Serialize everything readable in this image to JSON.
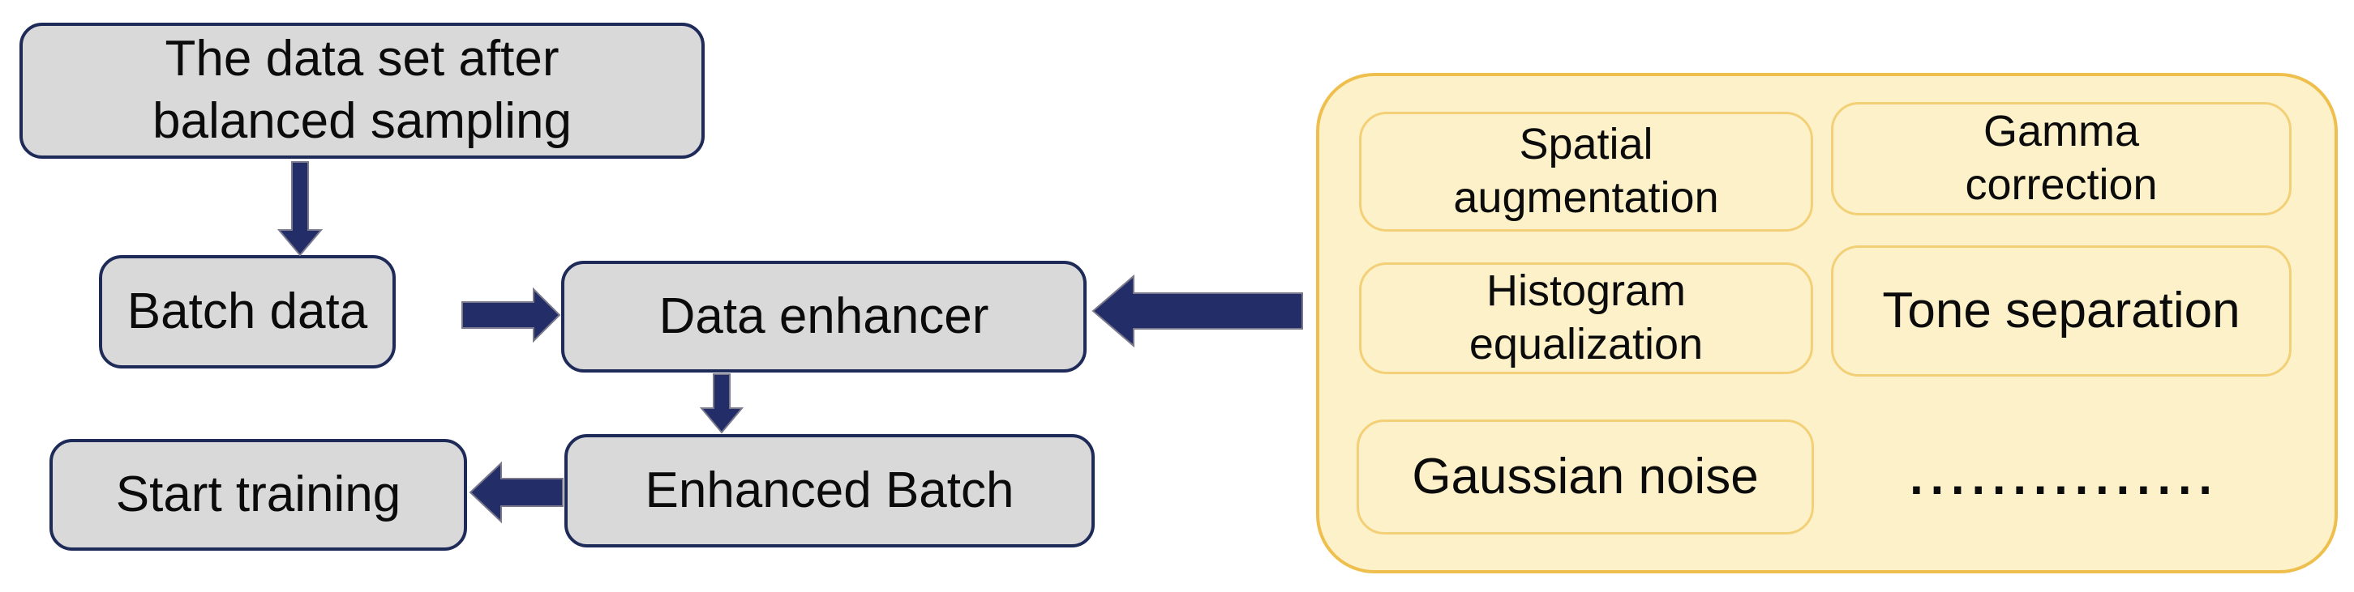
{
  "figure": {
    "description": "Data augmentation training pipeline flowchart"
  },
  "colors": {
    "background": "#ffffff",
    "node_fill": "#d9d9d9",
    "node_border": "#1e2a58",
    "arrow_fill": "#232e68",
    "panel_fill": "#fdf1c9",
    "panel_border": "#efbf4e",
    "item_border": "#f3d077",
    "text": "#0b0b0b"
  },
  "flowchart": {
    "nodes": {
      "dataset": {
        "line1": "The data set after",
        "line2": "balanced sampling"
      },
      "batch": {
        "label": "Batch data"
      },
      "enhancer": {
        "label": "Data enhancer"
      },
      "enhanced": {
        "label": "Enhanced Batch"
      },
      "training": {
        "label": "Start training"
      }
    },
    "arrows": [
      {
        "name": "dataset-to-batch",
        "direction": "down"
      },
      {
        "name": "batch-to-enhancer",
        "direction": "right"
      },
      {
        "name": "panel-to-enhancer",
        "direction": "left"
      },
      {
        "name": "enhancer-to-enhanced",
        "direction": "down"
      },
      {
        "name": "enhanced-to-training",
        "direction": "left"
      }
    ]
  },
  "augmentation_panel": {
    "items": {
      "spatial": {
        "line1": "Spatial",
        "line2": "augmentation"
      },
      "gamma": {
        "line1": "Gamma",
        "line2": "correction"
      },
      "histogram": {
        "line1": "Histogram",
        "line2": "equalization"
      },
      "tone": {
        "label": "Tone separation"
      },
      "gaussian": {
        "label": "Gaussian noise"
      },
      "more": {
        "label": "..............."
      }
    }
  }
}
